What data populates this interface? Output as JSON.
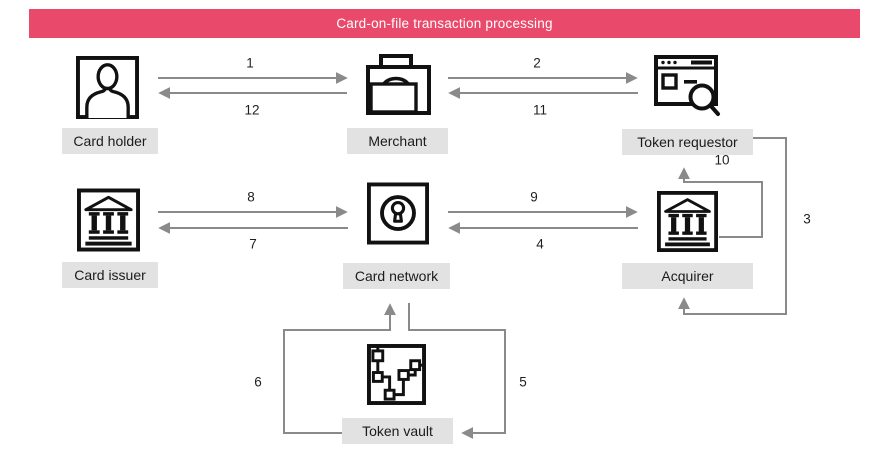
{
  "title": "Card-on-file transaction processing",
  "colors": {
    "banner_bg": "#e94a6b",
    "banner_text": "#ffffff",
    "arrow": "#8a8a8a",
    "label_bg": "#e2e2e2",
    "icon_stroke": "#111111"
  },
  "nodes": [
    {
      "id": "card-holder",
      "label": "Card holder",
      "icon": "person-portrait-icon"
    },
    {
      "id": "merchant",
      "label": "Merchant",
      "icon": "briefcase-icon"
    },
    {
      "id": "token-requestor",
      "label": "Token requestor",
      "icon": "browser-search-icon"
    },
    {
      "id": "card-issuer",
      "label": "Card issuer",
      "icon": "bank-icon"
    },
    {
      "id": "card-network",
      "label": "Card network",
      "icon": "keyhole-icon"
    },
    {
      "id": "acquirer",
      "label": "Acquirer",
      "icon": "bank-icon"
    },
    {
      "id": "token-vault",
      "label": "Token vault",
      "icon": "token-chain-icon"
    }
  ],
  "flows": [
    {
      "step": "1",
      "from": "Card holder",
      "to": "Merchant"
    },
    {
      "step": "2",
      "from": "Merchant",
      "to": "Token requestor"
    },
    {
      "step": "3",
      "from": "Token requestor",
      "to": "Acquirer"
    },
    {
      "step": "4",
      "from": "Acquirer",
      "to": "Card network"
    },
    {
      "step": "5",
      "from": "Card network",
      "to": "Token vault"
    },
    {
      "step": "6",
      "from": "Token vault",
      "to": "Card network"
    },
    {
      "step": "7",
      "from": "Card network",
      "to": "Card issuer"
    },
    {
      "step": "8",
      "from": "Card issuer",
      "to": "Card network"
    },
    {
      "step": "9",
      "from": "Card network",
      "to": "Acquirer"
    },
    {
      "step": "10",
      "from": "Acquirer",
      "to": "Token requestor"
    },
    {
      "step": "11",
      "from": "Token requestor",
      "to": "Merchant"
    },
    {
      "step": "12",
      "from": "Merchant",
      "to": "Card holder"
    }
  ]
}
